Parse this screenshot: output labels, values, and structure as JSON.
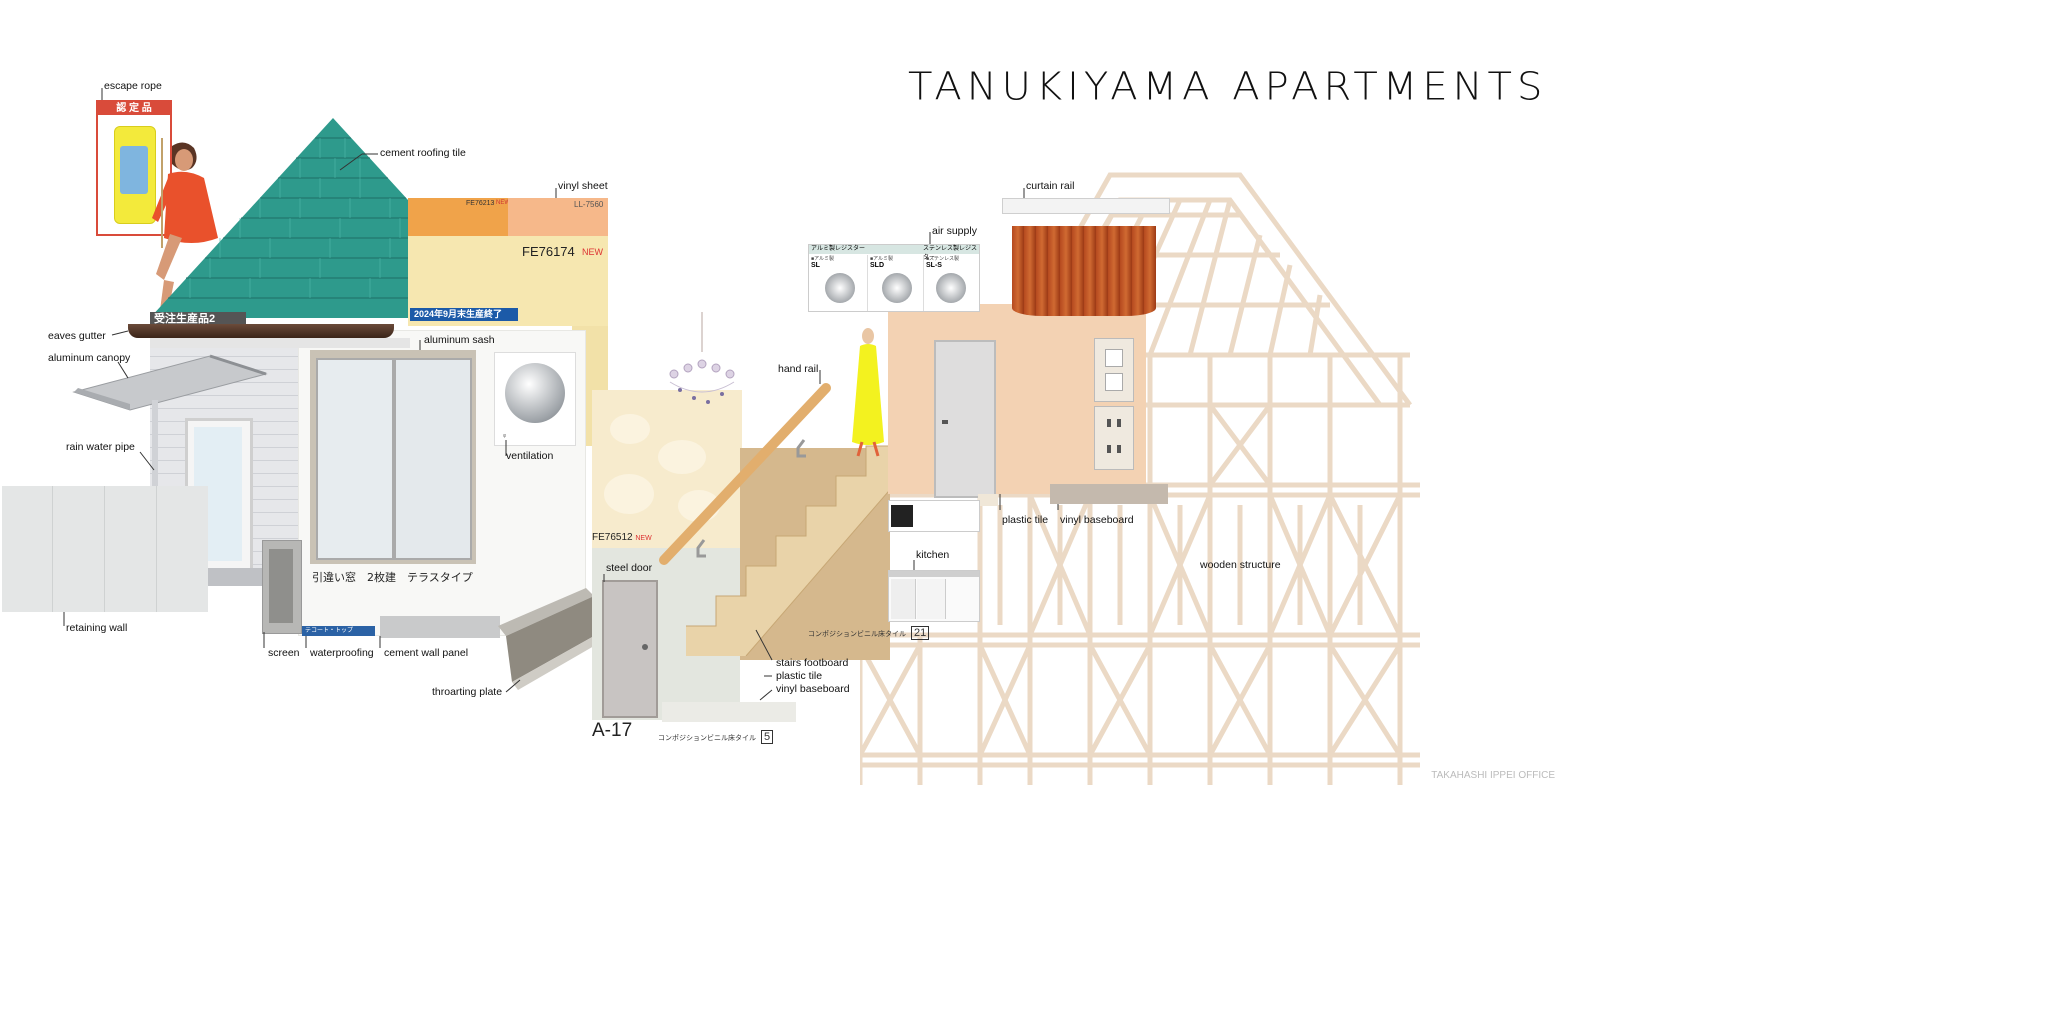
{
  "title": "TANUKIYAMA APARTMENTS",
  "credit": "TAKAHASHI IPPEI OFFICE",
  "labels": {
    "escape_rope": "escape rope",
    "cement_roofing_tile": "cement roofing tile",
    "vinyl_sheet": "vinyl sheet",
    "eaves_gutter": "eaves gutter",
    "aluminum_canopy": "aluminum canopy",
    "aluminum_sash": "aluminum sash",
    "rain_water_pipe": "rain water pipe",
    "ventilation": "ventilation",
    "retaining_wall": "retaining wall",
    "screen": "screen",
    "waterproofing": "waterproofing",
    "cement_wall_panel": "cement wall panel",
    "throarting_plate": "throarting plate",
    "steel_door": "steel door",
    "hand_rail": "hand rail",
    "stairs_footboard": "stairs footboard",
    "plastic_tile_stairs": "plastic tile",
    "vinyl_baseboard_stairs": "vinyl baseboard",
    "curtain_rail": "curtain rail",
    "air_supply": "air supply",
    "plastic_tile": "plastic tile",
    "vinyl_baseboard": "vinyl baseboard",
    "kitchen": "kitchen",
    "wooden_structure": "wooden structure"
  },
  "samples": {
    "fe76213": "FE76213",
    "fe76213_new": "NEW",
    "ll7560": "LL-7560",
    "fe76174": "FE76174",
    "fe76174_new": "NEW",
    "roof_banner_left": "受注生産品2",
    "roof_banner_right": "2024年9月末生産終了",
    "window_caption": "引違い窓　2枚建　テラスタイプ",
    "waterproof_tag": "テコート・トップ",
    "fe76512": "FE76512",
    "fe76512_new": "NEW",
    "a17": "A-17",
    "composition_tile_1": "コンポジションビニル床タイル",
    "composition_tile_1_no": "5",
    "composition_tile_2": "コンポジションビニル床タイル",
    "composition_tile_2_no": "21",
    "certified": "認 定 品"
  },
  "air_supply_panel": {
    "header_left": "アルミ製レジスター",
    "header_right": "ステンレス製レジスター",
    "items": [
      {
        "material": "■アルミ製",
        "code": "SL"
      },
      {
        "material": "■アルミ製",
        "code": "SLD"
      },
      {
        "material": "■ステンレス製",
        "code": "SL-S"
      }
    ]
  },
  "colors": {
    "roof_green": "#2e9a8c",
    "wood": "#e2c89a",
    "curtain": "#b5491f",
    "room_wall": "#f3d2b3",
    "fe76174_yellow": "#f6e7b0"
  }
}
